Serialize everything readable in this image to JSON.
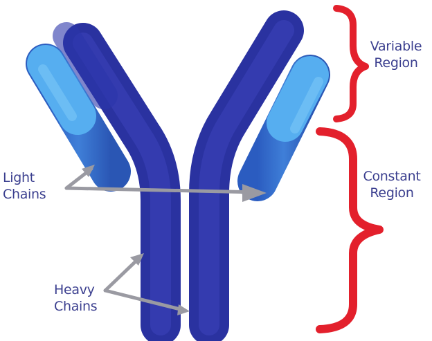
{
  "labels": {
    "variable_region": [
      "Variable",
      "Region"
    ],
    "constant_region": [
      "Constant",
      "Region"
    ],
    "light_chains": [
      "Light",
      "Chains"
    ],
    "heavy_chains": [
      "Heavy",
      "Chains"
    ]
  },
  "colors": {
    "heavy_chain": "#3a3fb6",
    "light_chain": "#3f7fd8",
    "light_chain_variable": "#4fa3ec",
    "heavy_chain_variable": "#2f3aa6",
    "bracket": "#e3202c",
    "arrow": "#9a9aa2",
    "label_text": "#3b3f8f"
  }
}
